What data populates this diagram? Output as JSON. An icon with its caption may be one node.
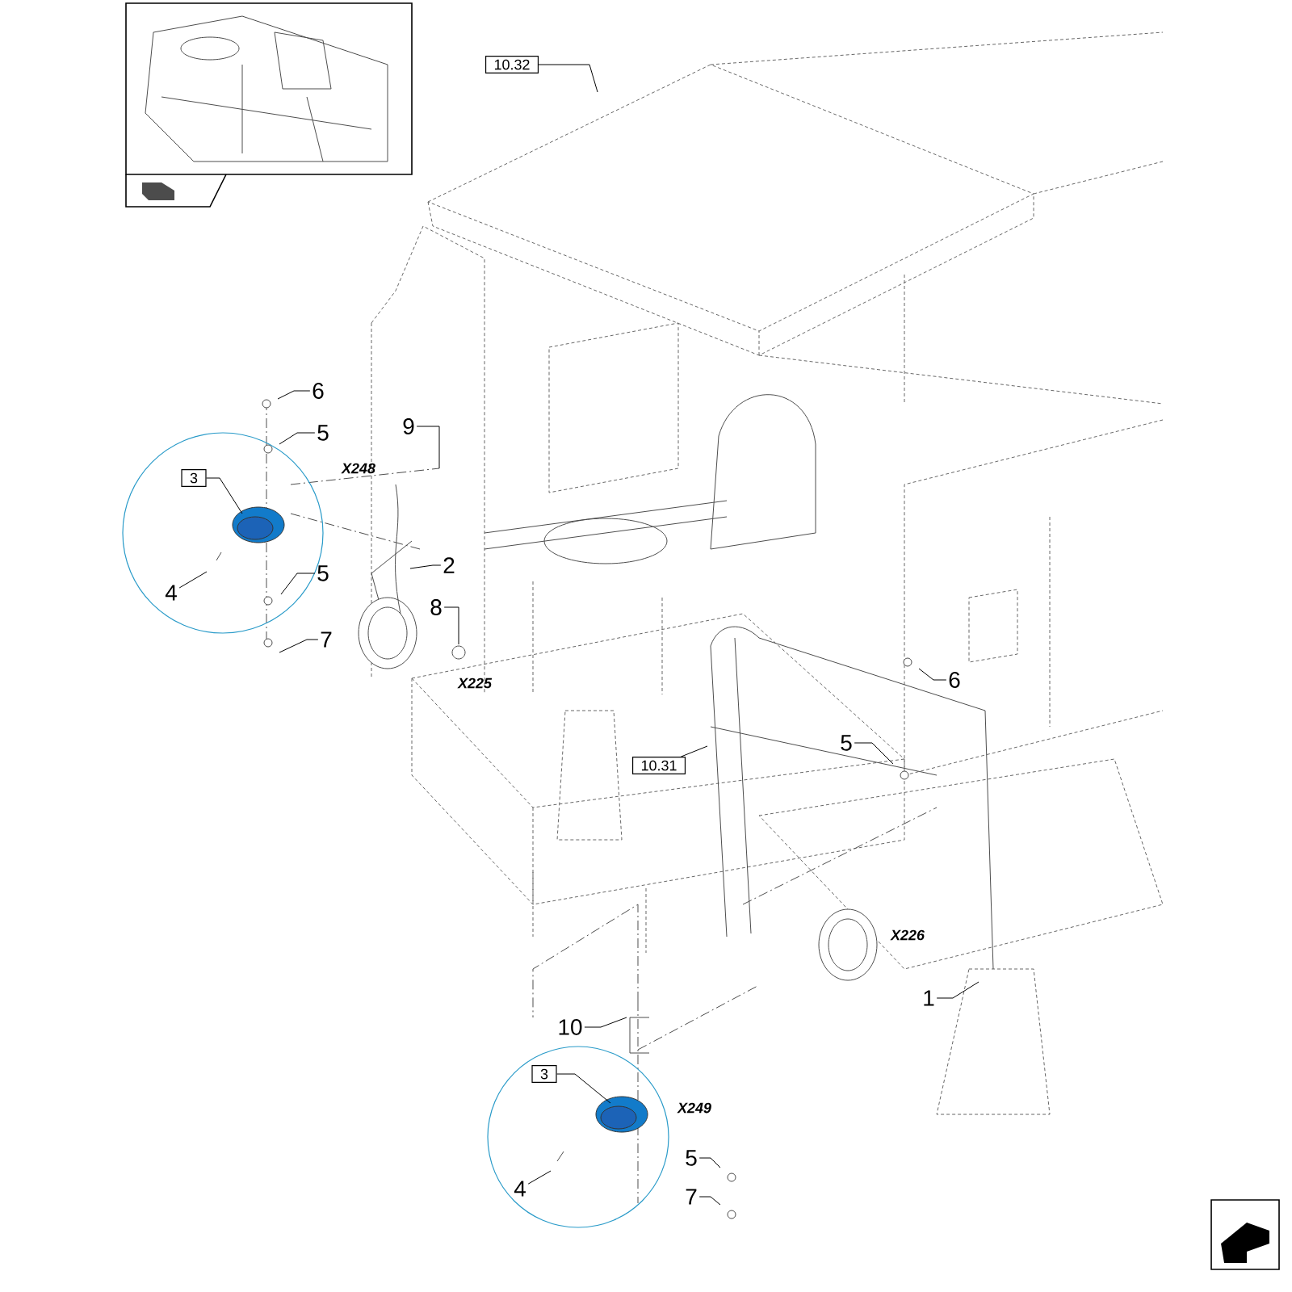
{
  "diagram": {
    "nodes": [
      {
        "text": [
          "10.32"
        ]
      },
      {
        "text": [
          "6"
        ]
      },
      {
        "text": [
          "5"
        ]
      },
      {
        "text": [
          "3"
        ]
      },
      {
        "text": [
          "9"
        ]
      },
      {
        "text": [
          "4"
        ]
      },
      {
        "text": [
          "5"
        ]
      },
      {
        "text": [
          "2"
        ]
      },
      {
        "text": [
          "7"
        ]
      },
      {
        "text": [
          "8"
        ]
      },
      {
        "text": [
          "6"
        ]
      },
      {
        "text": [
          "5"
        ]
      },
      {
        "text": [
          "10.31"
        ]
      },
      {
        "text": [
          "1"
        ]
      },
      {
        "text": [
          "10"
        ]
      },
      {
        "text": [
          "3"
        ]
      },
      {
        "text": [
          "5"
        ]
      },
      {
        "text": [
          "4"
        ]
      },
      {
        "text": [
          "7"
        ]
      }
    ],
    "edges": [
      {
        "from": 0,
        "to": null,
        "arrow": "none"
      },
      {
        "from": 1,
        "to": null,
        "arrow": "none"
      },
      {
        "from": 2,
        "to": null,
        "arrow": "none"
      },
      {
        "from": 3,
        "to": null,
        "arrow": "none"
      },
      {
        "from": 4,
        "to": null,
        "arrow": "none"
      },
      {
        "from": 5,
        "to": null,
        "arrow": "none"
      },
      {
        "from": 6,
        "to": null,
        "arrow": "none"
      },
      {
        "from": 7,
        "to": null,
        "arrow": "none"
      },
      {
        "from": 8,
        "to": null,
        "arrow": "none"
      },
      {
        "from": 9,
        "to": null,
        "arrow": "none"
      },
      {
        "from": 10,
        "to": null,
        "arrow": "none"
      },
      {
        "from": 11,
        "to": null,
        "arrow": "none"
      },
      {
        "from": 12,
        "to": null,
        "arrow": "none"
      },
      {
        "from": 13,
        "to": null,
        "arrow": "none"
      },
      {
        "from": 14,
        "to": null,
        "arrow": "none"
      },
      {
        "from": 15,
        "to": null,
        "arrow": "none"
      },
      {
        "from": 16,
        "to": null,
        "arrow": "none"
      },
      {
        "from": 17,
        "to": null,
        "arrow": "none"
      },
      {
        "from": 18,
        "to": null,
        "arrow": "none"
      }
    ],
    "labels": [
      "X248",
      "X225",
      "X226",
      "X249"
    ]
  }
}
